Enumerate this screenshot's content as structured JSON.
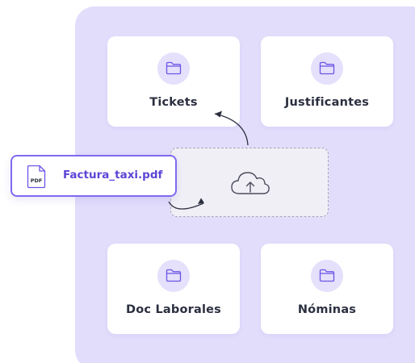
{
  "folders": [
    {
      "label": "Tickets"
    },
    {
      "label": "Justificantes"
    },
    {
      "label": "Doc Laborales"
    },
    {
      "label": "Nóminas"
    }
  ],
  "file": {
    "name": "Factura_taxi.pdf",
    "icon_text": "PDF"
  },
  "icons": {
    "folder": "folder-icon",
    "file": "pdf-file-icon",
    "upload": "cloud-upload-icon",
    "arrow": "curved-arrow-icon"
  },
  "colors": {
    "panel": "#e2ddfb",
    "accent": "#6b55e6",
    "text": "#2b2f3f"
  }
}
